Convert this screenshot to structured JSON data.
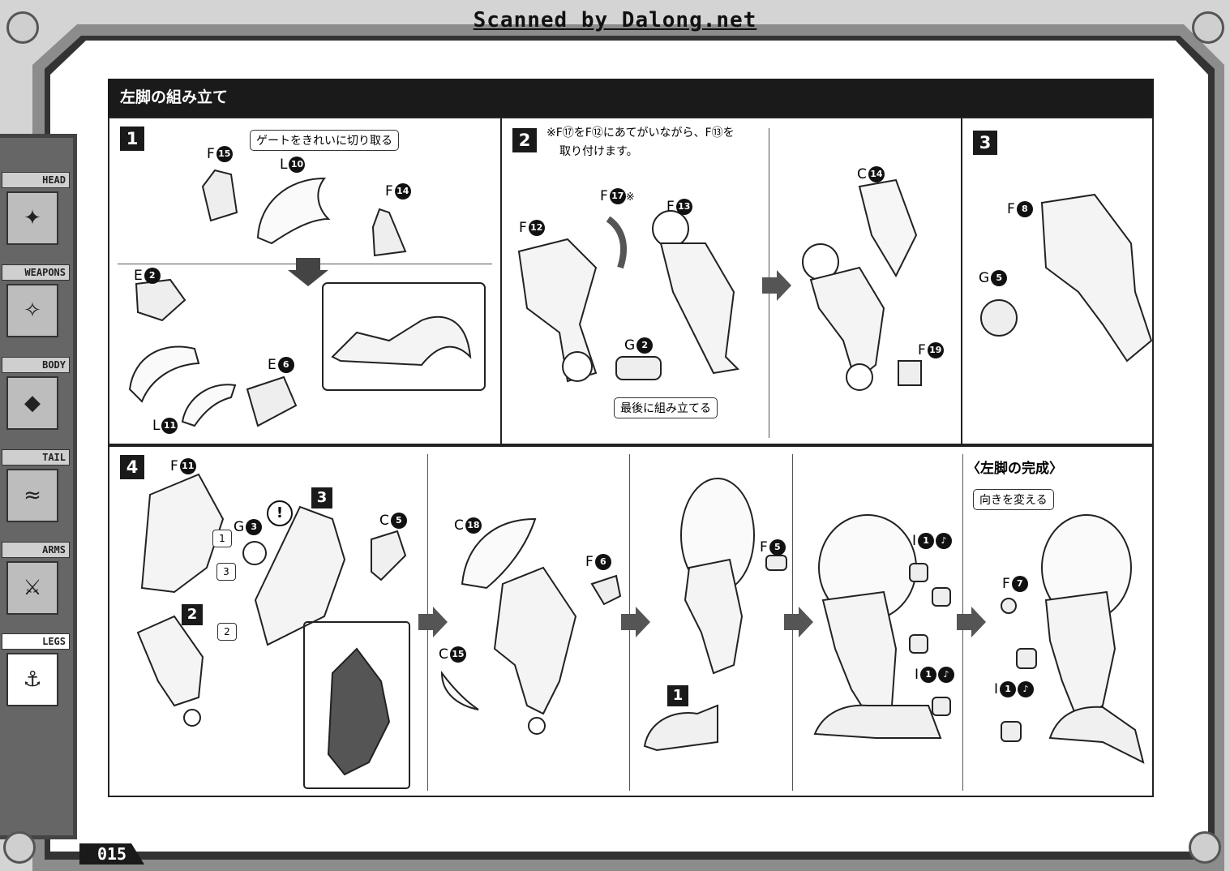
{
  "watermark": "Scanned by Dalong.net",
  "section_title": "左脚の組み立て",
  "page_number": "015",
  "sidebar": {
    "tabs": [
      {
        "label": "HEAD",
        "icon": "dragon-head-icon"
      },
      {
        "label": "WEAPONS",
        "icon": "weapon-icon"
      },
      {
        "label": "BODY",
        "icon": "body-icon"
      },
      {
        "label": "TAIL",
        "icon": "tail-icon"
      },
      {
        "label": "ARMS",
        "icon": "arm-claw-icon"
      },
      {
        "label": "LEGS",
        "icon": "leg-icon",
        "active": true
      }
    ]
  },
  "step1": {
    "number": "1",
    "callout": "ゲートをきれいに切り取る",
    "parts": {
      "f15": {
        "letter": "F",
        "num": "15"
      },
      "l10": {
        "letter": "L",
        "num": "10"
      },
      "f14": {
        "letter": "F",
        "num": "14"
      },
      "e2": {
        "letter": "E",
        "num": "2"
      },
      "e6": {
        "letter": "E",
        "num": "6"
      },
      "l11": {
        "letter": "L",
        "num": "11"
      }
    }
  },
  "step2": {
    "number": "2",
    "note_line1": "※F⑰をF⑫にあてがいながら、F⑬を",
    "note_line2": "取り付けます。",
    "callout": "最後に組み立てる",
    "parts": {
      "f17": {
        "letter": "F",
        "num": "17",
        "suffix": "※"
      },
      "f13": {
        "letter": "F",
        "num": "13"
      },
      "f12": {
        "letter": "F",
        "num": "12"
      },
      "g2": {
        "letter": "G",
        "num": "2"
      },
      "c14": {
        "letter": "C",
        "num": "14"
      },
      "f19": {
        "letter": "F",
        "num": "19"
      }
    }
  },
  "step3": {
    "number": "3",
    "parts": {
      "f8": {
        "letter": "F",
        "num": "8"
      },
      "g5": {
        "letter": "G",
        "num": "5"
      }
    }
  },
  "step4": {
    "number": "4",
    "sub_step3": "3",
    "sub_step2": "2",
    "sub_step1": "1",
    "order_marks": [
      "1",
      "2",
      "3"
    ],
    "exclaim": "!",
    "completion_heading": "〈左脚の完成〉",
    "rotate_callout": "向きを変える",
    "parts": {
      "f11": {
        "letter": "F",
        "num": "11"
      },
      "g3": {
        "letter": "G",
        "num": "3"
      },
      "c5": {
        "letter": "C",
        "num": "5"
      },
      "c18": {
        "letter": "C",
        "num": "18"
      },
      "f6": {
        "letter": "F",
        "num": "6"
      },
      "c15": {
        "letter": "C",
        "num": "15"
      },
      "f5": {
        "letter": "F",
        "num": "5"
      },
      "i1a": {
        "letter": "I",
        "num": "1"
      },
      "i1b": {
        "letter": "I",
        "num": "1"
      },
      "f7": {
        "letter": "F",
        "num": "7"
      },
      "i1c": {
        "letter": "I",
        "num": "1"
      }
    }
  }
}
